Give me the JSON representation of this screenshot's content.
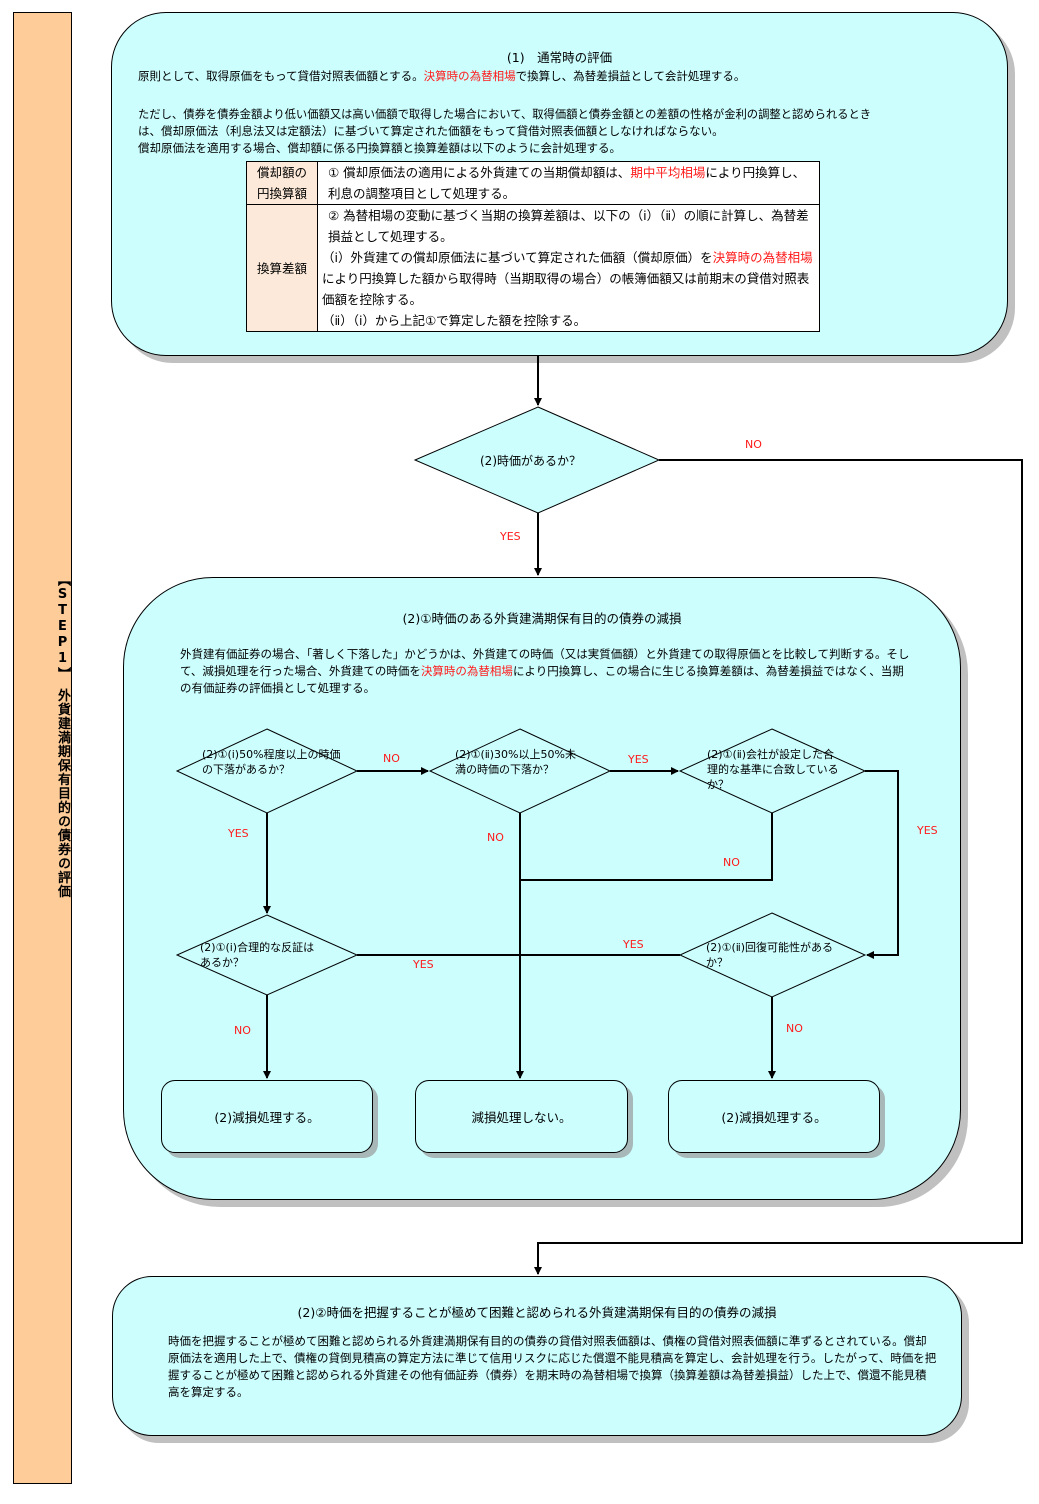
{
  "sidebar": {
    "label": "【STEP1】　外貨建満期保有目的の債券の評価"
  },
  "section1": {
    "title": "(1)　通常時の評価",
    "p1_a": "原則として、取得原価をもって貸借対照表価額とする。",
    "p1_red": "決算時の為替相場",
    "p1_b": "で換算し、為替差損益として会計処理する。",
    "p2_line1": "ただし、債券を債券金額より低い価額又は高い価額で取得した場合において、取得価額と債券金額との差額の性格が金利の調整と認められるとき",
    "p2_line2": "は、償却原価法（利息法又は定額法）に基づいて算定された価額をもって貸借対照表価額としなければならない。",
    "p2_line3": "償却原価法を適用する場合、償却額に係る円換算額と換算差額は以下のように会計処理する。",
    "table": {
      "row1_header": "償却額の円換算額",
      "row1_a": "① 償却原価法の適用による外貨建ての当期償却額は、",
      "row1_red": "期中平均相場",
      "row1_b": "により円換算し、利息の調整項目として処理する。",
      "row2_header": "換算差額",
      "row2_line1": "② 為替相場の変動に基づく当期の換算差額は、以下の（ⅰ）（ⅱ）の順に計算し、為替差損益として処理する。",
      "row2_line2": "（ⅰ）外貨建ての償却原価法に基づいて算定された価額（償却原価）を",
      "row2_red": "決算時の為替相場",
      "row2_line3": "により円換算した額から取得時（当期取得の場合）の帳簿価額又は前期末の貸借対照表価額を控除する。",
      "row2_line4": "（ⅱ）（ⅰ）から上記①で算定した額を控除する。"
    }
  },
  "decision_market_price": {
    "text": "(2)時価があるか？",
    "yes_label": "YES",
    "no_label": "NO"
  },
  "section2": {
    "title": "(2)①時価のある外貨建満期保有目的の債券の減損",
    "p_a": "外貨建有価証券の場合、「著しく下落した」かどうかは、外貨建ての時価（又は実質価額）と外貨建ての取得原価とを比較して判断する。そして、減損処理を行った場合、外貨建ての時価を",
    "p_red": "決算時の為替相場",
    "p_b": "により円換算し、この場合に生じる換算差額は、為替差損益ではなく、当期の有価証券の評価損として処理する。",
    "decisions": {
      "d1": "(2)①(ⅰ)50%程度以上の時価の下落があるか？",
      "d2": "(2)①(ⅱ)30%以上50%未満の時価の下落か？",
      "d3": "(2)①(ⅱ)会社が設定した合理的な基準に合致しているか？",
      "d4": "(2)①(ⅰ)合理的な反証はあるか？",
      "d5": "(2)①(ⅱ)回復可能性があるか？"
    },
    "labels": {
      "d1_no": "NO",
      "d1_yes": "YES",
      "d2_yes": "YES",
      "d2_no": "NO",
      "d3_yes": "YES",
      "d3_no": "NO",
      "d4_yes": "YES",
      "d5_yes": "YES",
      "d4_no": "NO",
      "d5_no": "NO"
    },
    "outcomes": {
      "left": "(2)減損処理する。",
      "center": "減損処理しない。",
      "right": "(2)減損処理する。"
    }
  },
  "section3": {
    "title": "(2)②時価を把握することが極めて困難と認められる外貨建満期保有目的の債券の減損",
    "body": "時価を把握することが極めて困難と認められる外貨建満期保有目的の債券の貸借対照表価額は、債権の貸借対照表価額に準ずるとされている。償却原価法を適用した上で、債権の貸倒見積高の算定方法に準じて信用リスクに応じた償還不能見積高を算定し、会計処理を行う。したがって、時価を把握することが極めて困難と認められる外貨建その他有価証券（債券）を期末時の為替相場で換算（換算差額は為替差損益）した上で、償還不能見積高を算定する。"
  }
}
